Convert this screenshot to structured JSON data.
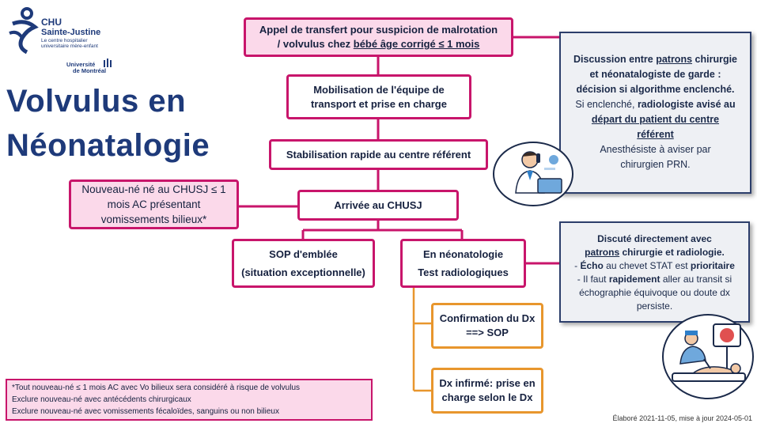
{
  "logo": {
    "chu": "CHU",
    "name": "Sainte-Justine",
    "tagline1": "Le centre hospitalier",
    "tagline2": "universitaire mère-enfant",
    "univ1": "Université",
    "univ2": "de Montréal"
  },
  "title": {
    "line1": "Volvulus en",
    "line2": "Néonatalogie"
  },
  "boxes": {
    "appel_a": "Appel de transfert pour suspicion de malrotation",
    "appel_b": "/ volvulus chez",
    "appel_c": "bébé âge corrigé ≤ 1 mois",
    "mobilisation_a": "Mobilisation de l'équipe de",
    "mobilisation_b": "transport et prise en charge",
    "stabilisation": "Stabilisation rapide au centre référent",
    "arrivee": "Arrivée au CHUSJ",
    "nouveau_a": "Nouveau-né né au CHUSJ ≤ 1",
    "nouveau_b": "mois AC présentant",
    "nouveau_c": "vomissements bilieux*",
    "sop_a": "SOP d'emblée",
    "sop_b": "(situation exceptionnelle)",
    "neonat_a": "En néonatologie",
    "neonat_b": "Test radiologiques",
    "confirm_a": "Confirmation du Dx",
    "confirm_b": "==> SOP",
    "infirme_a": "Dx infirmé: prise en",
    "infirme_b": "charge selon le Dx"
  },
  "panel1": {
    "l1a": "Discussion entre",
    "l1b": "patrons",
    "l1c": "chirurgie",
    "l2": "et néonatalogiste de garde :",
    "l3": "décision si algorithme enclenché.",
    "l4a": "Si enclenché,",
    "l4b": "radiologiste avisé au",
    "l5": "départ du patient du centre",
    "l6": "référent",
    "l7": "Anesthésiste à aviser par",
    "l8": "chirurgien PRN."
  },
  "panel2": {
    "l1": "Discuté directement avec",
    "l2a": "patrons",
    "l2b": "chirurgie et radiologie.",
    "l3a": "- ",
    "l3b": "Écho",
    "l3c": "au chevet STAT est",
    "l3d": "prioritaire",
    "l4a": "- Il faut",
    "l4b": "rapidement",
    "l4c": "aller au transit si",
    "l5": "échographie équivoque ou doute dx",
    "l6": "persiste."
  },
  "footnote": {
    "l1": "*Tout nouveau-né ≤ 1 mois AC avec Vo bilieux sera considéré à risque de volvulus",
    "l2": "Exclure nouveau-né avec antécédents chirurgicaux",
    "l3": "Exclure nouveau-né avec vomissements fécaloïdes, sanguins ou non bilieux"
  },
  "credit": "Élaboré 2021-11-05, mise à jour 2024-05-01",
  "icons": {
    "phone": "doctor-phone-icon",
    "ultrasound": "ultrasound-exam-icon",
    "logo": "chu-logo-icon"
  },
  "colors": {
    "magenta": "#c8156b",
    "pink_fill": "#fbd9ea",
    "orange": "#e8962d",
    "navy": "#1e3a7a"
  }
}
